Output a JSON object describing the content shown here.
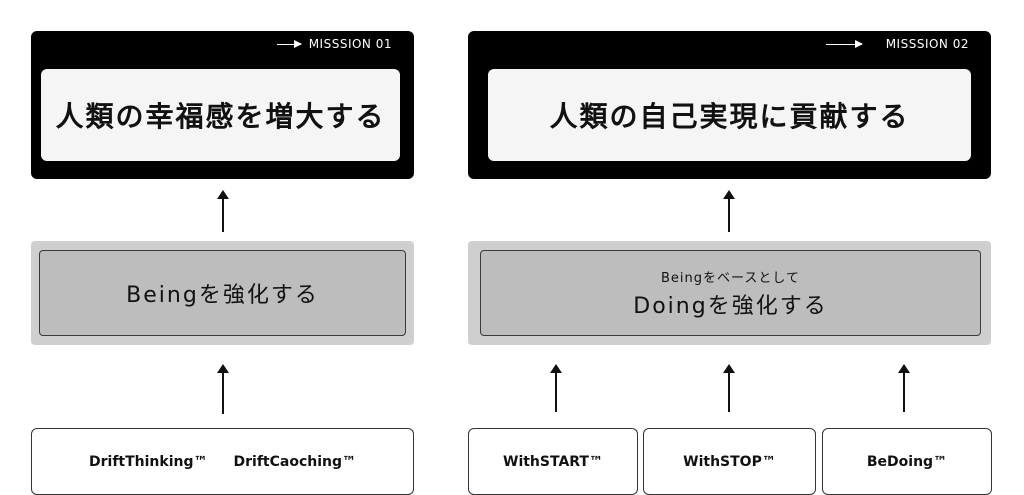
{
  "left": {
    "mission_label": "MISSSION 01",
    "mission_title": "人類の幸福感を増大する",
    "middle_title": "Beingを強化する",
    "bottom_items": [
      "DriftThinking™",
      "DriftCaoching™"
    ]
  },
  "right": {
    "mission_label": "MISSSION 02",
    "mission_title": "人類の自己実現に貢献する",
    "middle_subtitle": "Beingをベースとして",
    "middle_title": "Doingを強化する",
    "bottom_items": [
      "WithSTART™",
      "WithSTOP™",
      "BeDoing™"
    ]
  }
}
